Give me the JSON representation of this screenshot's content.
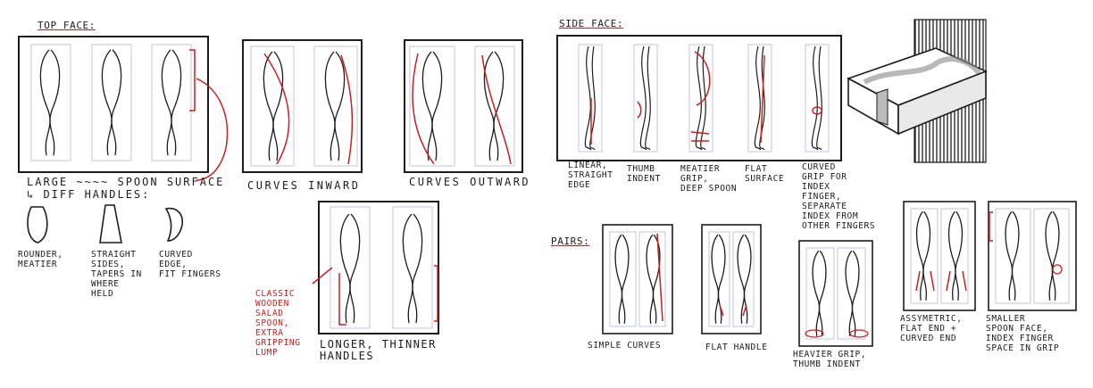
{
  "headings": {
    "top_face": "TOP FACE:",
    "side_face": "SIDE FACE:",
    "pairs": "PAIRS:"
  },
  "top_face": {
    "caption_1": "LARGE ~~~~ SPOON SURFACE",
    "caption_2": "↳ DIFF HANDLES:",
    "handles": [
      {
        "label": "ROUNDER,\nMEATIER"
      },
      {
        "label": "STRAIGHT\nSIDES,\nTAPERS IN\nWHERE\nHELD"
      },
      {
        "label": "CURVED\nEDGE,\nFIT FINGERS"
      }
    ],
    "curves_inward": "CURVES INWARD",
    "curves_outward": "CURVES OUTWARD",
    "longer_thinner": "LONGER, THINNER\nHANDLES",
    "classic_note": "CLASSIC\nWOODEN\nSALAD\nSPOON,\nEXTRA\nGRIPPING\nLUMP"
  },
  "side_face": {
    "labels": [
      "LINEAR,\nSTRAIGHT\nEDGE",
      "THUMB\nINDENT",
      "MEATIER\nGRIP,\nDEEP SPOON",
      "FLAT\nSURFACE",
      "CURVED\nGRIP FOR\nINDEX\nFINGER,\nSEPARATE\nINDEX FROM\nOTHER FINGERS"
    ]
  },
  "pairs": {
    "labels": [
      "SIMPLE CURVES",
      "FLAT HANDLE",
      "HEAVIER GRIP,\nTHUMB INDENT",
      "ASSYMETRIC,\nFLAT END +\nCURVED END",
      "SMALLER\nSPOON FACE,\nINDEX FINGER\nSPACE IN GRIP"
    ]
  },
  "colors": {
    "ink": "#1c1c1c",
    "accent_red": "#d01c1c",
    "guide_blue": "#8e9bc4"
  }
}
